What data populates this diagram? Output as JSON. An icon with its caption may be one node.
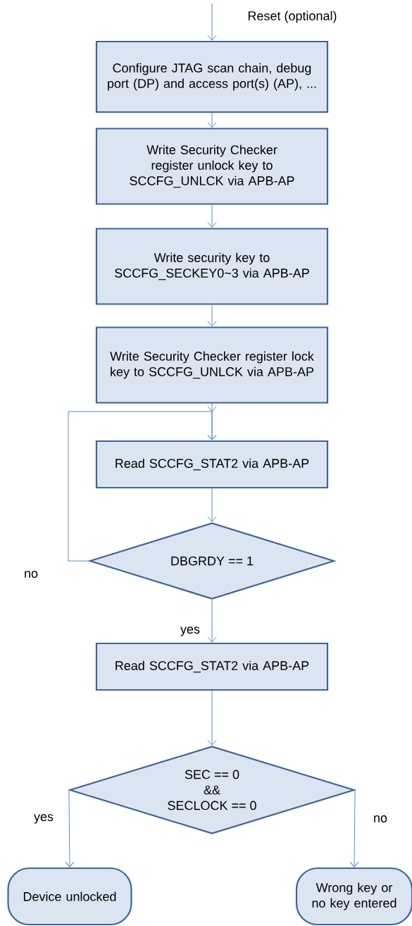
{
  "diagram": {
    "nodes": [
      {
        "text": [
          "Configure JTAG scan chain, debug port (DP) and access port(s) (AP), ..."
        ]
      },
      {
        "text": [
          "Write Security Checker register unlock key to SCCFG_UNLCK via APB-AP"
        ]
      },
      {
        "text": [
          "Write security key to SCCFG_SECKEY0~3 via APB-AP"
        ]
      },
      {
        "text": [
          "Write Security Checker register lock key to SCCFG_UNLCK via APB-AP"
        ]
      },
      {
        "text": [
          "Read SCCFG_STAT2 via APB-AP"
        ]
      },
      {
        "text": [
          "DBGRDY == 1"
        ]
      },
      {
        "text": [
          "Read SCCFG_STAT2 via APB-AP"
        ]
      },
      {
        "text": [
          "SEC == 0",
          "&&",
          "SECLOCK == 0"
        ]
      },
      {
        "text": [
          "Device unlocked"
        ]
      },
      {
        "text": [
          "Wrong key or no key entered"
        ]
      }
    ],
    "edges": [
      {
        "from": null,
        "to": 0,
        "arrow": "to",
        "label": "Reset (optional)"
      },
      {
        "from": 0,
        "to": 1,
        "arrow": "to"
      },
      {
        "from": 1,
        "to": 2,
        "arrow": "to"
      },
      {
        "from": 2,
        "to": 3,
        "arrow": "to"
      },
      {
        "from": 3,
        "to": 4,
        "arrow": "to"
      },
      {
        "from": 4,
        "to": 5,
        "arrow": "to"
      },
      {
        "from": 5,
        "to": 4,
        "arrow": "to",
        "label": "no"
      },
      {
        "from": 5,
        "to": 6,
        "arrow": "to",
        "label": "yes"
      },
      {
        "from": 6,
        "to": 7,
        "arrow": "to"
      },
      {
        "from": 7,
        "to": 8,
        "arrow": "to",
        "label": "yes"
      },
      {
        "from": 7,
        "to": 9,
        "arrow": "to",
        "label": "no"
      }
    ]
  }
}
